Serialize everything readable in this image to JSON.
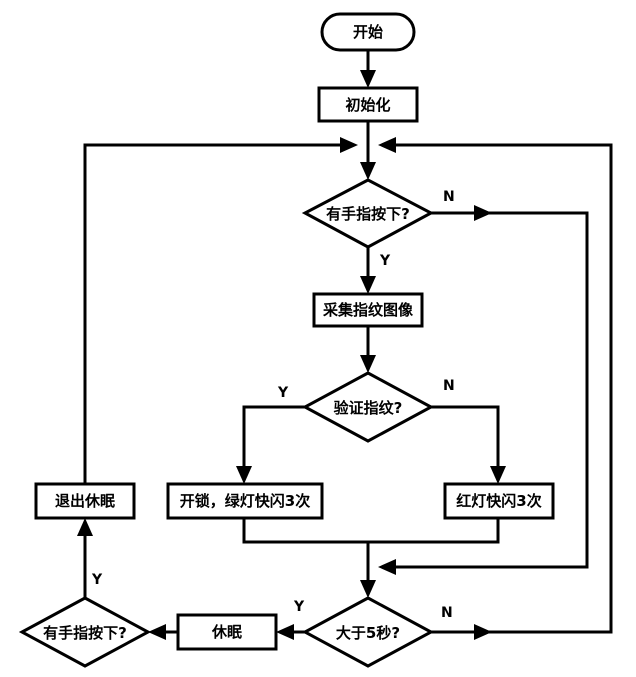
{
  "nodes": {
    "start": "开始",
    "init": "初始化",
    "finger_check": "有手指按下?",
    "capture": "采集指纹图像",
    "verify": "验证指纹?",
    "unlock": "开锁，绿灯快闪3次",
    "red_light": "红灯快闪3次",
    "timeout": "大于5秒?",
    "sleep": "休眠",
    "finger_check_sleep": "有手指按下?",
    "exit_sleep": "退出休眠"
  },
  "labels": {
    "finger_no": "N",
    "finger_yes": "Y",
    "verify_yes": "Y",
    "verify_no": "N",
    "timeout_yes": "Y",
    "timeout_no": "N",
    "sleep_finger_yes": "Y"
  },
  "colors": {
    "stroke": "#000000",
    "fill": "#ffffff"
  }
}
